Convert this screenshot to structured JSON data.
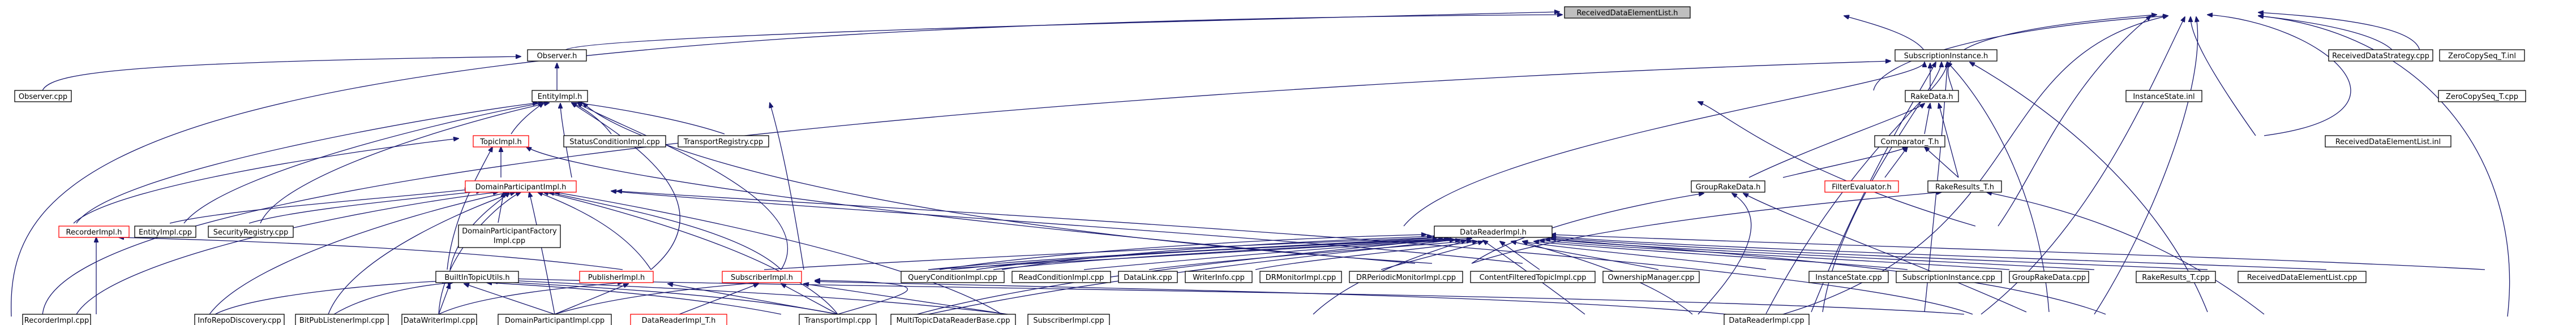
{
  "root": "ReceivedDataElementList.h",
  "colors": {
    "edge": "#191970",
    "node_border": "#000000",
    "root_fill": "#bfbfbf",
    "missing_border": "#ff0000"
  },
  "nodes": {
    "rdel_h": {
      "label": "ReceivedDataElementList.h"
    },
    "observer_h": {
      "label": "Observer.h"
    },
    "subscription_instance_h": {
      "label": "SubscriptionInstance.h"
    },
    "received_data_strategy_cpp": {
      "label": "ReceivedDataStrategy.cpp"
    },
    "zero_copy_seq_inl": {
      "label": "ZeroCopySeq_T.inl"
    },
    "observer_cpp": {
      "label": "Observer.cpp"
    },
    "entity_impl_h": {
      "label": "EntityImpl.h"
    },
    "rake_data_h": {
      "label": "RakeData.h"
    },
    "instance_state_inl": {
      "label": "InstanceState.inl"
    },
    "rdel_inl": {
      "label": "ReceivedDataElementList.inl"
    },
    "zero_copy_seq_cpp": {
      "label": "ZeroCopySeq_T.cpp"
    },
    "topic_impl_h": {
      "label": "TopicImpl.h"
    },
    "status_condition_impl_cpp": {
      "label": "StatusConditionImpl.cpp"
    },
    "transport_registry_cpp": {
      "label": "TransportRegistry.cpp"
    },
    "comparator_t_h": {
      "label": "Comparator_T.h"
    },
    "group_rake_data_h": {
      "label": "GroupRakeData.h"
    },
    "filter_evaluator_h": {
      "label": "FilterEvaluator.h"
    },
    "rake_results_t_h": {
      "label": "RakeResults_T.h"
    },
    "domain_participant_impl_h": {
      "label": "DomainParticipantImpl.h"
    },
    "recorder_impl_h": {
      "label": "RecorderImpl.h"
    },
    "entity_impl_cpp": {
      "label": "EntityImpl.cpp"
    },
    "security_registry_cpp": {
      "label": "SecurityRegistry.cpp"
    },
    "dpf_impl_cpp_1": {
      "label": "DomainParticipantFactory"
    },
    "dpf_impl_cpp_2": {
      "label": "Impl.cpp"
    },
    "data_reader_impl_h": {
      "label": "DataReaderImpl.h"
    },
    "builtin_topic_utils_h": {
      "label": "BuiltInTopicUtils.h"
    },
    "publisher_impl_h": {
      "label": "PublisherImpl.h"
    },
    "subscriber_impl_h": {
      "label": "SubscriberImpl.h"
    },
    "query_condition_impl_cpp": {
      "label": "QueryConditionImpl.cpp"
    },
    "read_condition_impl_cpp": {
      "label": "ReadConditionImpl.cpp"
    },
    "data_link_cpp": {
      "label": "DataLink.cpp"
    },
    "writer_info_cpp": {
      "label": "WriterInfo.cpp"
    },
    "dr_monitor_impl_cpp": {
      "label": "DRMonitorImpl.cpp"
    },
    "dr_periodic_monitor_impl_cpp": {
      "label": "DRPeriodicMonitorImpl.cpp"
    },
    "content_filtered_topic_impl_cpp": {
      "label": "ContentFilteredTopicImpl.cpp"
    },
    "ownership_manager_cpp": {
      "label": "OwnershipManager.cpp"
    },
    "instance_state_cpp": {
      "label": "InstanceState.cpp"
    },
    "subscription_instance_cpp": {
      "label": "SubscriptionInstance.cpp"
    },
    "group_rake_data_cpp": {
      "label": "GroupRakeData.cpp"
    },
    "rake_results_t_cpp": {
      "label": "RakeResults_T.cpp"
    },
    "rdel_cpp": {
      "label": "ReceivedDataElementList.cpp"
    },
    "recorder_impl_cpp": {
      "label": "RecorderImpl.cpp"
    },
    "info_repo_discovery_cpp": {
      "label": "InfoRepoDiscovery.cpp"
    },
    "bit_pub_listener_impl_cpp": {
      "label": "BitPubListenerImpl.cpp"
    },
    "data_writer_impl_cpp": {
      "label": "DataWriterImpl.cpp"
    },
    "domain_participant_impl_cpp": {
      "label": "DomainParticipantImpl.cpp"
    },
    "data_reader_impl_t_h": {
      "label": "DataReaderImpl_T.h"
    },
    "transport_impl_cpp": {
      "label": "TransportImpl.cpp"
    },
    "multi_topic_drb_cpp": {
      "label": "MultiTopicDataReaderBase.cpp"
    },
    "subscriber_impl_cpp": {
      "label": "SubscriberImpl.cpp"
    },
    "data_reader_impl_cpp": {
      "label": "DataReaderImpl.cpp"
    }
  }
}
